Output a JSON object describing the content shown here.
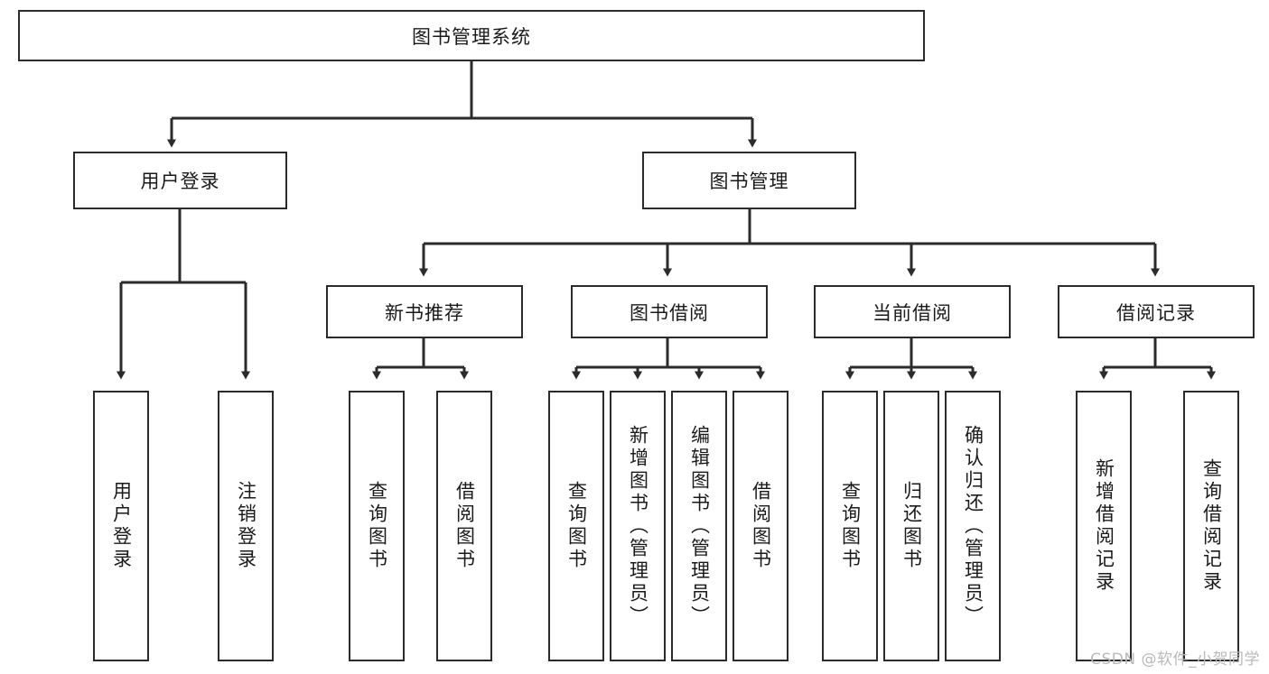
{
  "diagram": {
    "type": "tree",
    "title": "图书管理系统",
    "root": {
      "label": "图书管理系统"
    },
    "level2": [
      {
        "label": "用户登录"
      },
      {
        "label": "图书管理"
      }
    ],
    "level3": [
      {
        "label": "新书推荐"
      },
      {
        "label": "图书借阅"
      },
      {
        "label": "当前借阅"
      },
      {
        "label": "借阅记录"
      }
    ],
    "leaves": {
      "user_login": [
        {
          "label": "用户登录"
        },
        {
          "label": "注销登录"
        }
      ],
      "new_book_recommend": [
        {
          "label": "查询图书"
        },
        {
          "label": "借阅图书"
        }
      ],
      "book_borrow": [
        {
          "label": "查询图书"
        },
        {
          "label": "新增图书（管理员）"
        },
        {
          "label": "编辑图书（管理员）"
        },
        {
          "label": "借阅图书"
        }
      ],
      "current_borrow": [
        {
          "label": "查询图书"
        },
        {
          "label": "归还图书"
        },
        {
          "label": "确认归还（管理员）"
        }
      ],
      "borrow_record": [
        {
          "label": "新增借阅记录"
        },
        {
          "label": "查询借阅记录"
        }
      ]
    },
    "watermark": "CSDN @软件_小贺同学",
    "colors": {
      "stroke": "#2b2b2b",
      "background": "#ffffff",
      "text": "#1a1a1a",
      "watermark": "#b9b9b9"
    }
  }
}
